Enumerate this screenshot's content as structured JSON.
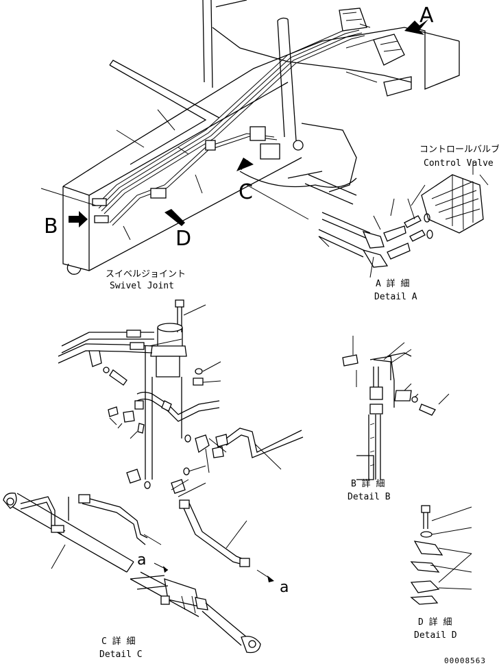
{
  "callouts": {
    "A": "A",
    "B": "B",
    "C": "C",
    "D": "D",
    "a_top": "a",
    "a_bottom": "a"
  },
  "labels": {
    "control_valve_jp": "コントロールバルブ",
    "control_valve_en": "Control Valve",
    "swivel_joint_jp": "スイベルジョイント",
    "swivel_joint_en": "Swivel Joint",
    "detail_a_jp": "A 詳 細",
    "detail_a_en": "Detail A",
    "detail_b_jp": "B 詳 細",
    "detail_b_en": "Detail B",
    "detail_c_jp": "C 詳 細",
    "detail_c_en": "Detail C",
    "detail_d_jp": "D 詳 細",
    "detail_d_en": "Detail D"
  },
  "drawing_number": "00008563"
}
